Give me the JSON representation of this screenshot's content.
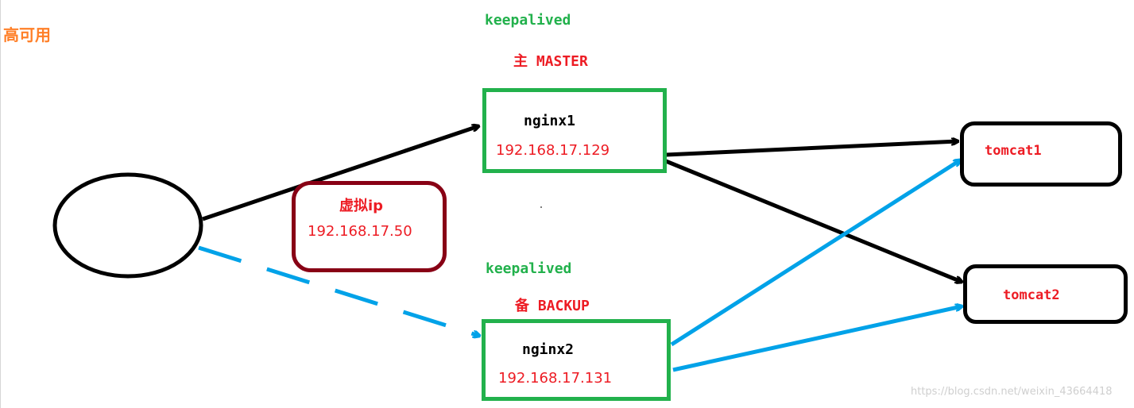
{
  "page_title": "高可用",
  "client": {
    "label": ""
  },
  "virtual_ip": {
    "title": "虚拟ip",
    "ip": "192.168.17.50"
  },
  "master": {
    "keepalived": "keepalived",
    "role": "主 MASTER",
    "server": "nginx1",
    "ip": "192.168.17.129"
  },
  "backup": {
    "keepalived": "keepalived",
    "role": "备 BACKUP",
    "server": "nginx2",
    "ip": "192.168.17.131"
  },
  "backends": [
    {
      "label": "tomcat1"
    },
    {
      "label": "tomcat2"
    }
  ],
  "watermark": "https://blog.csdn.net/weixin_43664418",
  "colors": {
    "title": "#ff7f27",
    "keepalived": "#22b14c",
    "red_text": "#ed1c24",
    "nginx_border": "#22b14c",
    "vip_border": "#880015",
    "active_link": "#000000",
    "standby_link": "#00a2e8"
  }
}
